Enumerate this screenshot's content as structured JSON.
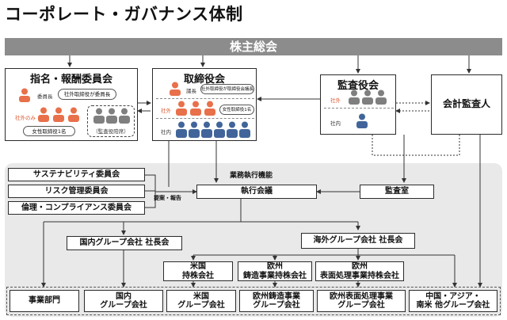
{
  "title": "コーポレート・ガバナンス体制",
  "shareholders_meeting": "株主総会",
  "nomination": {
    "title": "指名・報酬委員会",
    "chair_label": "委員長",
    "chair_note": "社外取締役が委員長",
    "outside_label": "社外のみ",
    "female_note": "女性取締役1名",
    "auditor_note": "（監査役陪席）"
  },
  "board": {
    "title": "取締役会",
    "chair_label": "議長",
    "chair_note": "社外取締役が取締役会議長",
    "outside_label": "社外",
    "female_note": "女性取締役1名",
    "inside_label": "社内"
  },
  "audit_board": {
    "title": "監査役会",
    "outside_label": "社外",
    "inside_label": "社内"
  },
  "accounting_auditor": "会計監査人",
  "execution": {
    "section_label": "業務執行機能",
    "committees": [
      "サステナビリティ委員会",
      "リスク管理委員会",
      "倫理・コンプライアンス委員会"
    ],
    "proposal_label": "提案・報告",
    "executive_meeting": "執行会議",
    "audit_office": "監査室",
    "domestic_ceo_meeting": "国内グループ会社 社長会",
    "overseas_ceo_meeting": "海外グループ会社 社長会",
    "holdings": [
      "米国\n持株会社",
      "欧州\n鋳造事業持株会社",
      "欧州\n表面処理事業持株会社"
    ],
    "bottom": [
      "事業部門",
      "国内\nグループ会社",
      "米国\nグループ会社",
      "欧州鋳造事業\nグループ会社",
      "欧州表面処理事業\nグループ会社",
      "中国・アジア・\n南米 他グループ会社"
    ]
  },
  "colors": {
    "gray_person": "#7f7f7f",
    "orange_person": "#e8704a",
    "blue_person": "#41659a",
    "banner": "#8c8c8c"
  }
}
